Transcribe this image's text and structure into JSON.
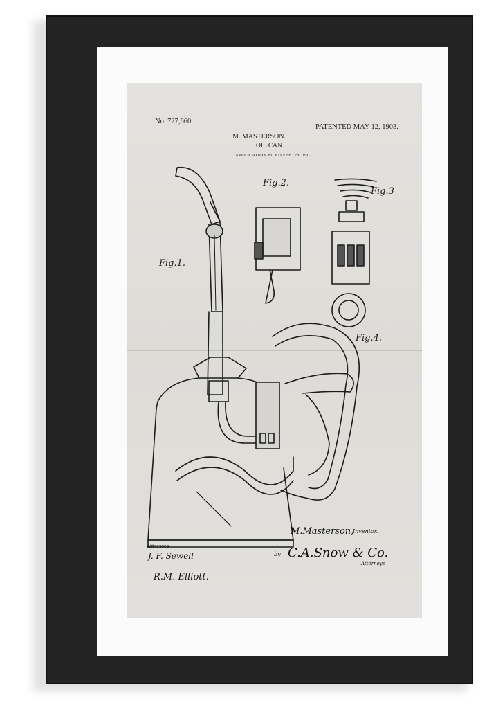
{
  "patent": {
    "number": "No. 727,660.",
    "date": "PATENTED MAY 12, 1903.",
    "inventor_name": "M. MASTERSON.",
    "title": "OIL CAN.",
    "application": "APPLICATION FILED FEB. 28, 1902."
  },
  "figures": {
    "fig1": "Fig.1.",
    "fig2": "Fig.2.",
    "fig3": "Fig.3",
    "fig4": "Fig.4."
  },
  "signatures": {
    "inventor_signature": "M.Masterson,",
    "inventor_label": "Inventor.",
    "by": "by",
    "attorney_signature": "C.A.Snow & Co.",
    "attorneys_label": "Attorneys",
    "witnesses_label": "Witnesses",
    "witness1": "J. F. Sewell",
    "witness2": "R.M. Elliott."
  },
  "colors": {
    "frame": "#232323",
    "mat": "#fbfbfb",
    "paper": "#e2e0dc",
    "ink": "#1e1e1e"
  }
}
